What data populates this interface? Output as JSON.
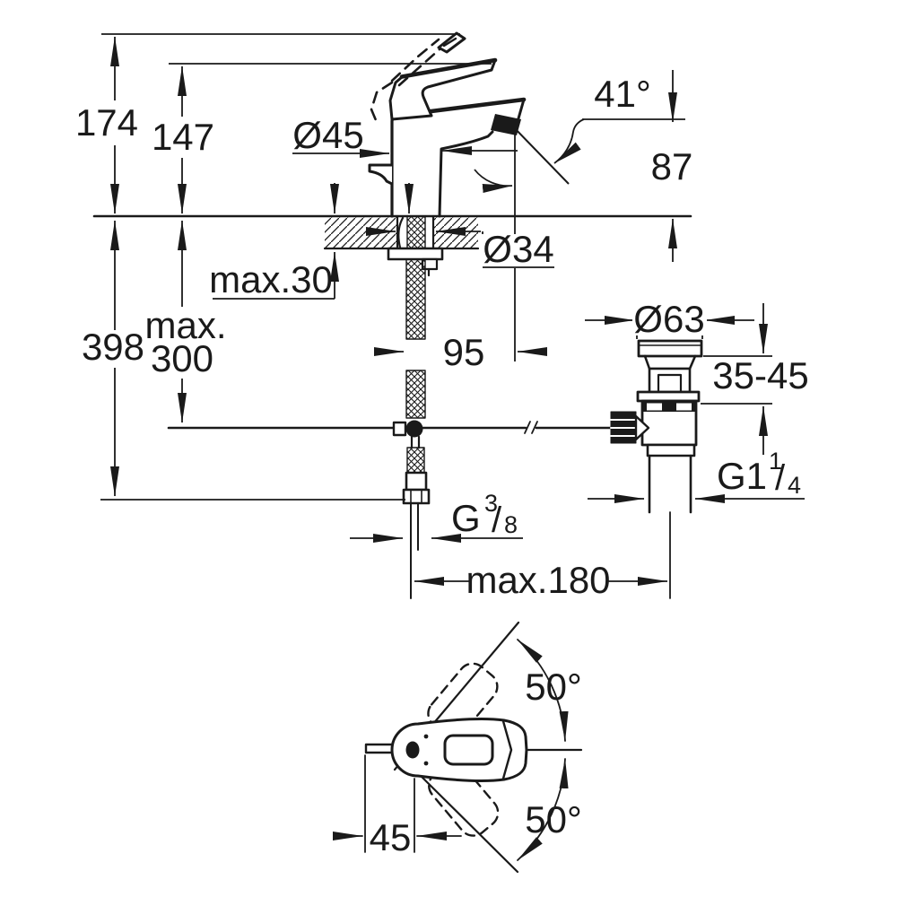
{
  "colors": {
    "line": "#1a1a1a",
    "background": "#ffffff"
  },
  "side_view": {
    "labels": {
      "total_height": "174",
      "height_to_lever": "147",
      "body_diameter": "Ø45",
      "spray_angle": "41°",
      "spout_height": "87",
      "hole_diameter": "Ø34",
      "deck_thickness": "max.30",
      "hose_length": "398",
      "rod_length_word": "max.",
      "rod_length_value": "300",
      "spout_reach": "95",
      "waste_flange_diameter": "Ø63",
      "basin_thickness": "35-45",
      "waste_thread_base": "G1",
      "waste_thread_numerator": "1",
      "waste_thread_slash": "/",
      "waste_thread_denominator": "4",
      "supply_thread_base": "G",
      "supply_thread_numerator": "3",
      "supply_thread_slash": "/",
      "supply_thread_denominator": "8",
      "max_reach": "max.180"
    }
  },
  "top_view": {
    "labels": {
      "swivel_angle_upper": "50°",
      "swivel_angle_lower": "50°",
      "rear_offset": "45"
    }
  }
}
